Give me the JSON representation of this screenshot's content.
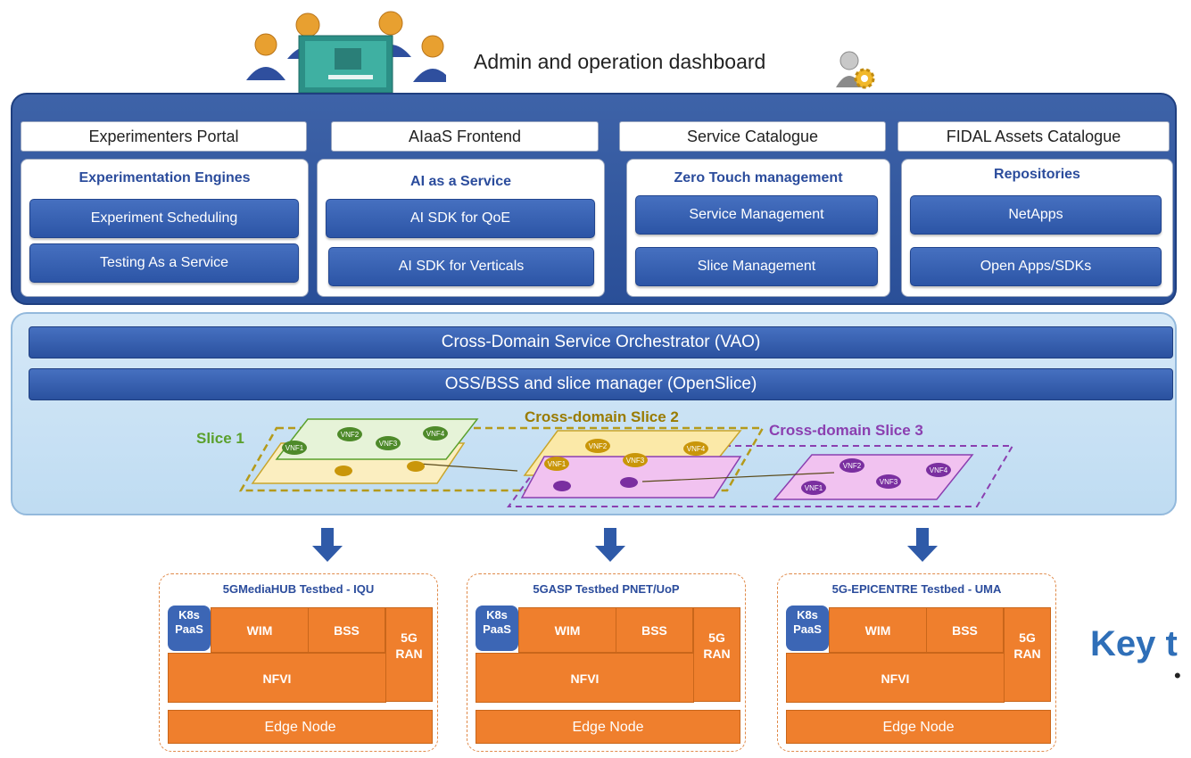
{
  "header": {
    "title": "Admin and operation dashboard"
  },
  "columns": [
    {
      "heading": "Experimenters Portal",
      "title": "Experimentation Engines",
      "buttons": [
        "Experiment Scheduling",
        "Testing As a Service"
      ]
    },
    {
      "heading": "AIaaS Frontend",
      "title": "AI as a Service",
      "buttons": [
        "AI SDK for QoE",
        "AI SDK for Verticals"
      ]
    },
    {
      "heading": "Service Catalogue",
      "title": "Zero Touch management",
      "buttons": [
        "Service Management",
        "Slice Management"
      ]
    },
    {
      "heading": "FIDAL Assets Catalogue",
      "title": "Repositories",
      "buttons": [
        "NetApps",
        "Open Apps/SDKs"
      ]
    }
  ],
  "orchestrator": {
    "bar1": "Cross-Domain Service Orchestrator (VAO)",
    "bar2": "OSS/BSS and slice manager (OpenSlice)"
  },
  "slices": {
    "s1": "Slice 1",
    "s2": "Cross-domain Slice 2",
    "s3": "Cross-domain Slice 3",
    "vnf": [
      "VNF1",
      "VNF2",
      "VNF3",
      "VNF4"
    ]
  },
  "testbeds": [
    {
      "title": "5GMediaHUB Testbed - IQU"
    },
    {
      "title": "5GASP Testbed PNET/UoP"
    },
    {
      "title": "5G-EPICENTRE Testbed - UMA"
    }
  ],
  "testbed_blocks": {
    "k8s_line1": "K8s",
    "k8s_line2": "PaaS",
    "wim": "WIM",
    "bss": "BSS",
    "ran_line1": "5G",
    "ran_line2": "RAN",
    "nfvi": "NFVI",
    "edge": "Edge Node"
  },
  "side": {
    "key_text": "Key t",
    "bullet": "•"
  },
  "colors": {
    "frame_blue": "#2a4f98",
    "button_blue": "#3a63b3",
    "title_blue": "#2b4c9c",
    "orange": "#ef7f2d",
    "slice1": "#5aa02c",
    "slice2": "#9a7b00",
    "slice3": "#8b3fb0"
  }
}
